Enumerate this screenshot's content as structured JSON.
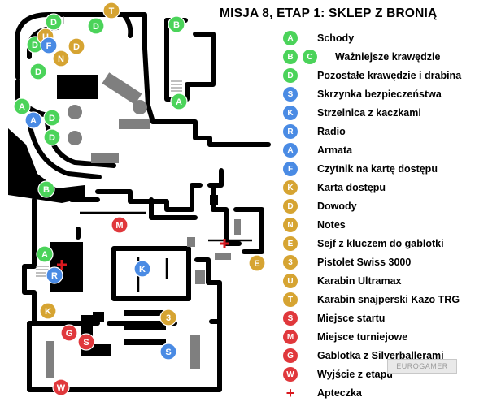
{
  "title": "MISJA 8, ETAP 1: SKLEP Z BRONIĄ",
  "colors": {
    "green": "#4bd35a",
    "blue": "#4a8be4",
    "gold": "#d6a432",
    "red": "#e0383c",
    "wall": "#000000",
    "obstacle": "#7f7f7f"
  },
  "legend": [
    {
      "letters": [
        "A"
      ],
      "color": "green",
      "label": "Schody"
    },
    {
      "letters": [
        "B",
        "C"
      ],
      "color": "green",
      "label": "Ważniejsze krawędzie"
    },
    {
      "letters": [
        "D"
      ],
      "color": "green",
      "label": "Pozostałe krawędzie i drabina"
    },
    {
      "letters": [
        "S"
      ],
      "color": "blue",
      "label": "Skrzynka bezpieczeństwa"
    },
    {
      "letters": [
        "K"
      ],
      "color": "blue",
      "label": "Strzelnica z kaczkami"
    },
    {
      "letters": [
        "R"
      ],
      "color": "blue",
      "label": "Radio"
    },
    {
      "letters": [
        "A"
      ],
      "color": "blue",
      "label": "Armata"
    },
    {
      "letters": [
        "F"
      ],
      "color": "blue",
      "label": "Czytnik na kartę dostępu"
    },
    {
      "letters": [
        "K"
      ],
      "color": "gold",
      "label": "Karta dostępu"
    },
    {
      "letters": [
        "D"
      ],
      "color": "gold",
      "label": "Dowody"
    },
    {
      "letters": [
        "N"
      ],
      "color": "gold",
      "label": "Notes"
    },
    {
      "letters": [
        "E"
      ],
      "color": "gold",
      "label": "Sejf z kluczem do gablotki"
    },
    {
      "letters": [
        "3"
      ],
      "color": "gold",
      "label": "Pistolet Swiss 3000"
    },
    {
      "letters": [
        "U"
      ],
      "color": "gold",
      "label": "Karabin Ultramax"
    },
    {
      "letters": [
        "T"
      ],
      "color": "gold",
      "label": "Karabin snajperski Kazo TRG"
    },
    {
      "letters": [
        "S"
      ],
      "color": "red",
      "label": "Miejsce startu"
    },
    {
      "letters": [
        "M"
      ],
      "color": "red",
      "label": "Miejsce turniejowe"
    },
    {
      "letters": [
        "G"
      ],
      "color": "red",
      "label": "Gablotka z Silverballerami"
    },
    {
      "letters": [
        "W"
      ],
      "color": "red",
      "label": "Wyjście z etapu"
    },
    {
      "letters": [
        "+"
      ],
      "color": "red",
      "label": "Apteczka"
    }
  ],
  "markers": [
    {
      "letter": "T",
      "color": "gold"
    },
    {
      "letter": "D",
      "color": "green"
    },
    {
      "letter": "D",
      "color": "green"
    },
    {
      "letter": "B",
      "color": "green"
    },
    {
      "letter": "D",
      "color": "green"
    },
    {
      "letter": "U",
      "color": "gold"
    },
    {
      "letter": "F",
      "color": "blue"
    },
    {
      "letter": "D",
      "color": "gold"
    },
    {
      "letter": "N",
      "color": "gold"
    },
    {
      "letter": "D",
      "color": "green"
    },
    {
      "letter": "A",
      "color": "green"
    },
    {
      "letter": "A",
      "color": "blue"
    },
    {
      "letter": "D",
      "color": "green"
    },
    {
      "letter": "D",
      "color": "green"
    },
    {
      "letter": "A",
      "color": "green"
    },
    {
      "letter": "B",
      "color": "green"
    },
    {
      "letter": "M",
      "color": "red"
    },
    {
      "letter": "A",
      "color": "green"
    },
    {
      "letter": "R",
      "color": "blue"
    },
    {
      "letter": "K",
      "color": "blue"
    },
    {
      "letter": "E",
      "color": "gold"
    },
    {
      "letter": "K",
      "color": "gold"
    },
    {
      "letter": "3",
      "color": "gold"
    },
    {
      "letter": "G",
      "color": "red"
    },
    {
      "letter": "S",
      "color": "red"
    },
    {
      "letter": "S",
      "color": "blue"
    },
    {
      "letter": "W",
      "color": "red"
    }
  ],
  "brand_watermark": "EUROGAMER"
}
